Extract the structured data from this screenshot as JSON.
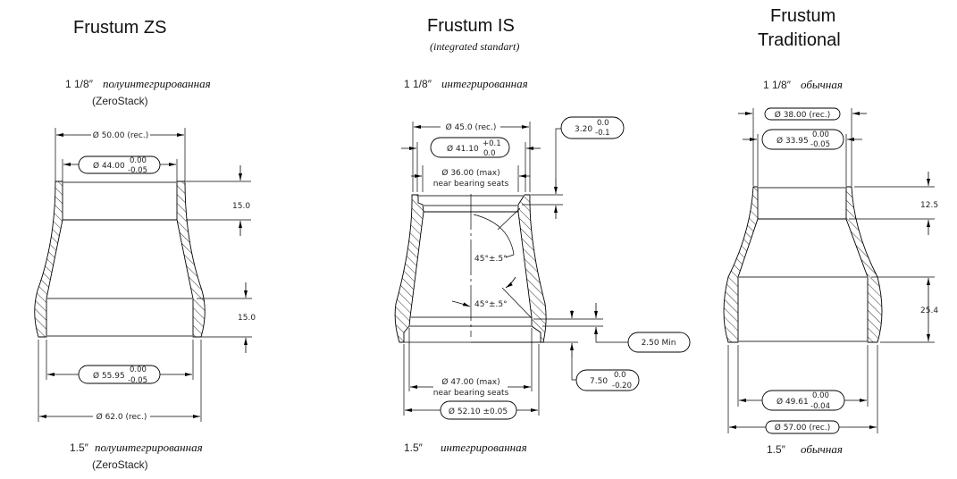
{
  "zs": {
    "title": "Frustum ZS",
    "top_size": "1 1/8″",
    "top_type": "полуинтегрированная",
    "top_note": "(ZeroStack)",
    "d_outer_top": "Ø 50.00 (rec.)",
    "d_bore_top": "Ø 44.00",
    "d_bore_top_tol_up": "0.00",
    "d_bore_top_tol_down": "-0.05",
    "h_top": "15.0",
    "h_bottom": "15.0",
    "d_bore_bottom": "Ø 55.95",
    "d_bore_bottom_tol_up": "0.00",
    "d_bore_bottom_tol_down": "-0.05",
    "d_outer_bottom": "Ø 62.0 (rec.)",
    "bottom_size": "1.5″",
    "bottom_type": "полуинтегрированная",
    "bottom_note": "(ZeroStack)"
  },
  "is": {
    "title": "Frustum IS",
    "subtitle": "(integrated standart)",
    "top_size": "1 1/8″",
    "top_type": "интегрированная",
    "d_outer_top": "Ø 45.0 (rec.)",
    "d_bore_top": "Ø 41.10",
    "d_bore_top_tol_up": "+0.1",
    "d_bore_top_tol_down": "0.0",
    "d_max_top": "Ø 36.00 (max)",
    "d_max_top_note": "near bearing seats",
    "depth_top": "3.20",
    "depth_top_tol_up": "0.0",
    "depth_top_tol_down": "-0.1",
    "angle_top": "45°±.5°",
    "angle_bottom": "45°±.5°",
    "chamfer_min": "2.50 Min",
    "depth_bottom": "7.50",
    "depth_bottom_tol_up": "0.0",
    "depth_bottom_tol_down": "-0.20",
    "d_max_bottom": "Ø 47.00 (max)",
    "d_max_bottom_note": "near bearing seats",
    "d_bore_bottom": "Ø 52.10 ±0.05",
    "bottom_size": "1.5″",
    "bottom_type": "интегрированная"
  },
  "trad": {
    "title_line1": "Frustum",
    "title_line2": "Traditional",
    "top_size": "1 1/8″",
    "top_type": "обычная",
    "d_outer_top": "Ø 38.00 (rec.)",
    "d_bore_top": "Ø 33.95",
    "d_bore_top_tol_up": "0.00",
    "d_bore_top_tol_down": "-0.05",
    "h_top": "12.5",
    "h_bottom": "25.4",
    "d_bore_bottom": "Ø 49.61",
    "d_bore_bottom_tol_up": "0.00",
    "d_bore_bottom_tol_down": "-0.04",
    "d_outer_bottom": "Ø 57.00 (rec.)",
    "bottom_size": "1.5″",
    "bottom_type": "обычная"
  }
}
